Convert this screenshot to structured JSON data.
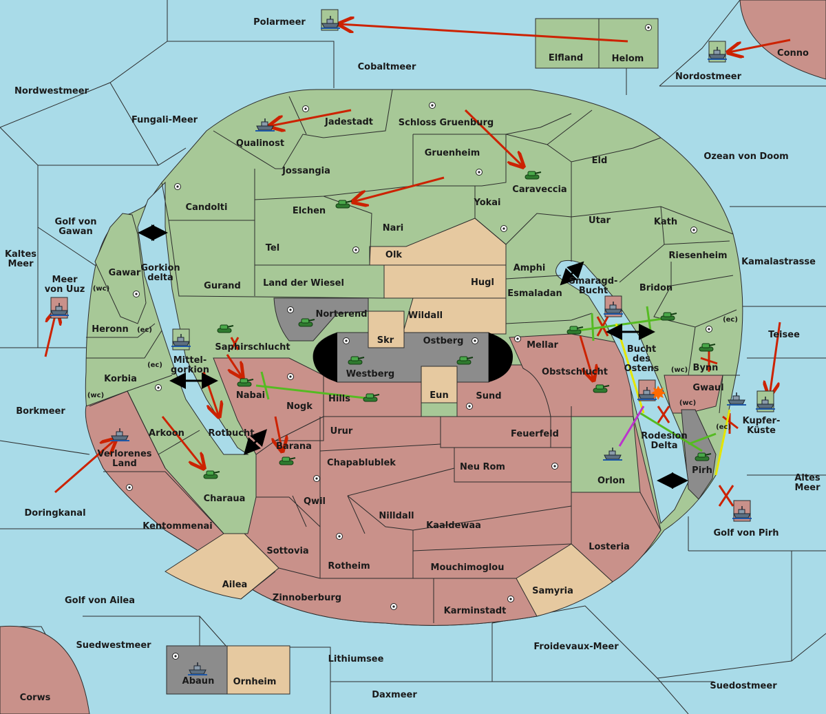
{
  "colors": {
    "sea": "#a9dbe8",
    "neutral_land": "#e6c9a0",
    "green_power": "#a7c897",
    "red_power": "#c9918a",
    "grey_power": "#8c8c8c",
    "border": "#2b2b2b"
  },
  "seas": {
    "polarmeer": "Polarmeer",
    "cobaltmeer": "Cobaltmeer",
    "nordwestmeer": "Nordwestmeer",
    "fungali_meer": "Fungali-Meer",
    "nordostmeer": "Nordostmeer",
    "conno": "Conno",
    "ozean_von_doom": "Ozean von Doom",
    "kamalastrasse": "Kamalastrasse",
    "teisee": "Teisee",
    "altes_meer_1": "Altes",
    "altes_meer_2": "Meer",
    "golf_von_pirh": "Golf von Pirh",
    "suedostmeer": "Suedostmeer",
    "froidevaux_meer": "Froidevaux-Meer",
    "daxmeer": "Daxmeer",
    "lithiumsee": "Lithiumsee",
    "suedwestmeer": "Suedwestmeer",
    "golf_von_ailea": "Golf von Ailea",
    "doringkanal": "Doringkanal",
    "borkmeer": "Borkmeer",
    "kaltes_meer_1": "Kaltes",
    "kaltes_meer_2": "Meer",
    "golf_von_gawan_1": "Golf von",
    "golf_von_gawan_2": "Gawan",
    "meer_von_uuz_1": "Meer",
    "meer_von_uuz_2": "von Uuz",
    "gorkion_delta_1": "Gorkion",
    "gorkion_delta_2": "delta",
    "mittelgorkion_1": "Mittel-",
    "mittelgorkion_2": "gorkion",
    "rotbucht": "Rotbucht",
    "smaragd_bucht_1": "Smaragd-",
    "smaragd_bucht_2": "Bucht",
    "bucht_des_ostens_1": "Bucht",
    "bucht_des_ostens_2": "des",
    "bucht_des_ostens_3": "Ostens",
    "rodesion_delta_1": "Rodesion",
    "rodesion_delta_2": "Delta"
  },
  "lands": {
    "elfland": "Elfland",
    "helom": "Helom",
    "qualinost": "Qualinost",
    "jadestadt": "Jadestadt",
    "schloss_gruenburg": "Schloss Gruenburg",
    "jossangia": "Jossangia",
    "gruenheim": "Gruenheim",
    "caraveccia": "Caraveccia",
    "eld": "Eld",
    "candolti": "Candolti",
    "elchen": "Elchen",
    "yokai": "Yokai",
    "utar": "Utar",
    "kath": "Kath",
    "nari": "Nari",
    "tel": "Tel",
    "olk": "Olk",
    "amphi": "Amphi",
    "riesenheim": "Riesenheim",
    "gawar": "Gawar",
    "gurand": "Gurand",
    "land_der_wiesel": "Land der Wiesel",
    "hugl": "Hugl",
    "esmaladan": "Esmaladan",
    "bridon": "Bridon",
    "norterend": "Norterend",
    "wildall": "Wildall",
    "heronn": "Heronn",
    "skr": "Skr",
    "ostberg": "Ostberg",
    "saphirschlucht": "Saphirschlucht",
    "mellar": "Mellar",
    "westberg": "Westberg",
    "bynn": "Bynn",
    "korbia": "Korbia",
    "obstschlucht": "Obstschlucht",
    "nabai": "Nabai",
    "hills": "Hills",
    "eun": "Eun",
    "sund": "Sund",
    "gwaul": "Gwaul",
    "nogk": "Nogk",
    "kupfer_kueste_1": "Kupfer-",
    "kupfer_kueste_2": "Küste",
    "arkoon": "Arkoon",
    "urur": "Urur",
    "feuerfeld": "Feuerfeld",
    "barana": "Barana",
    "verlorenes_land_1": "Verlorenes",
    "verlorenes_land_2": "Land",
    "chapablublek": "Chapablublek",
    "neu_rom": "Neu Rom",
    "orlon": "Orlon",
    "pirh": "Pirh",
    "charaua": "Charaua",
    "qwil": "Qwil",
    "nilldall": "Nilldall",
    "kaaldewaa": "Kaaldewaa",
    "kentommenai": "Kentommenai",
    "losteria": "Losteria",
    "sottovia": "Sottovia",
    "rotheim": "Rotheim",
    "mouchimoglou": "Mouchimoglou",
    "ailea": "Ailea",
    "samyria": "Samyria",
    "zinnoberburg": "Zinnoberburg",
    "karminstadt": "Karminstadt",
    "abaun": "Abaun",
    "ornheim": "Ornheim",
    "corws": "Corws"
  },
  "coasts": {
    "wc": "(wc)",
    "ec": "(ec)"
  }
}
